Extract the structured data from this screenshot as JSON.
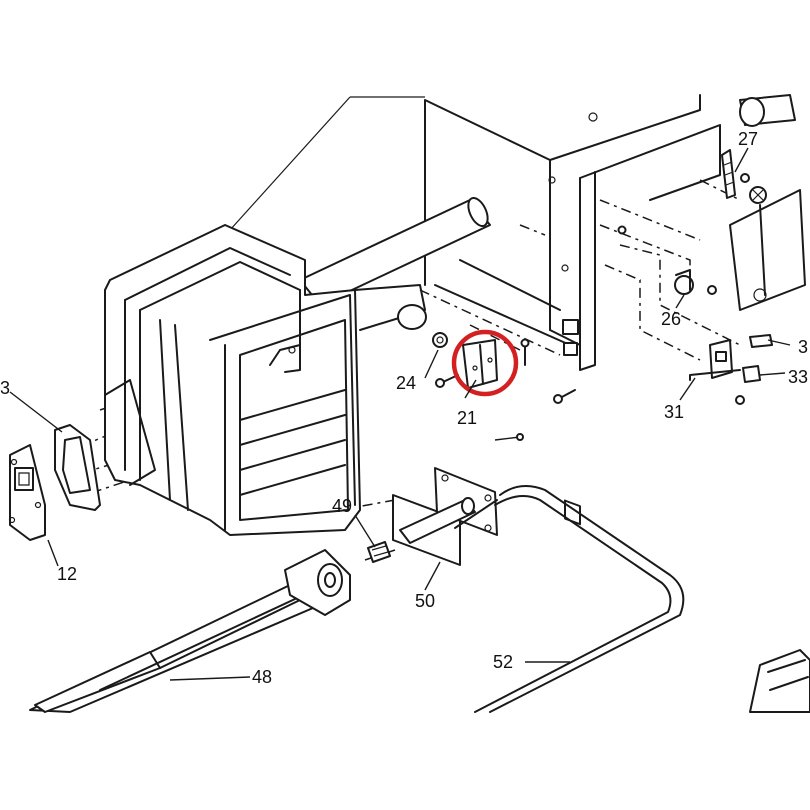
{
  "labels": {
    "p3": "3",
    "p12": "12",
    "p21": "21",
    "p24": "24",
    "p26": "26",
    "p27": "27",
    "p31": "31",
    "p33": "33",
    "p3b": "3",
    "p48": "48",
    "p49": "49",
    "p50": "50",
    "p52": "52"
  },
  "colors": {
    "line": "#1a1a1a",
    "highlight": "#d42020",
    "background": "#ffffff"
  }
}
